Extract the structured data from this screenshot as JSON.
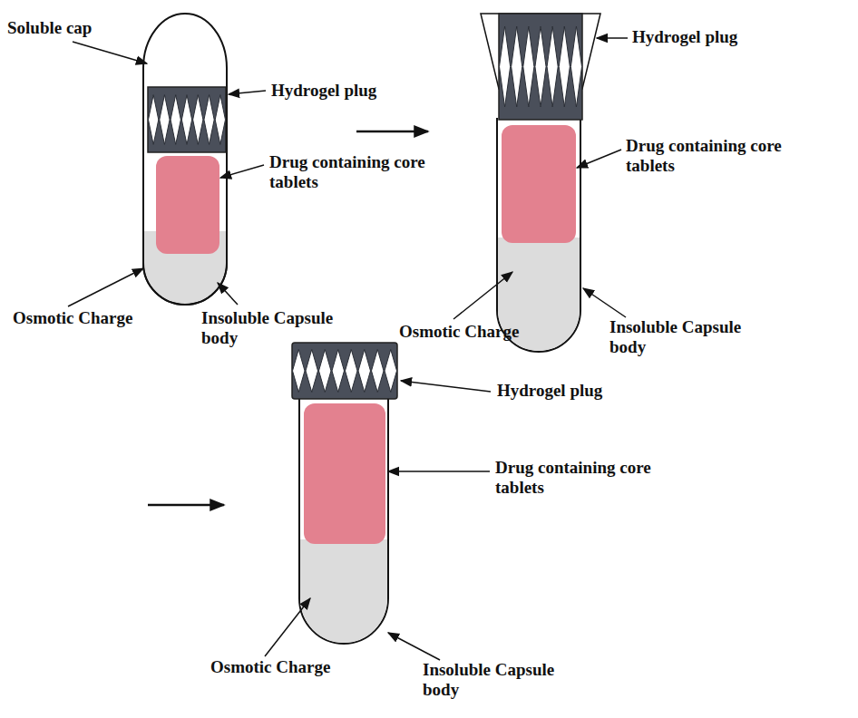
{
  "diagram": {
    "labels": [
      "Soluble cap",
      "Hydrogel plug",
      "Drug containing core tablets",
      "Osmotic Charge",
      "Insoluble Capsule body",
      "Hydrogel plug",
      "Drug containing core tablets",
      "Osmotic Charge",
      "Insoluble Capsule body",
      "Hydrogel plug",
      "Drug containing core tablets",
      "Osmotic Charge",
      "Insoluble Capsule body"
    ]
  }
}
